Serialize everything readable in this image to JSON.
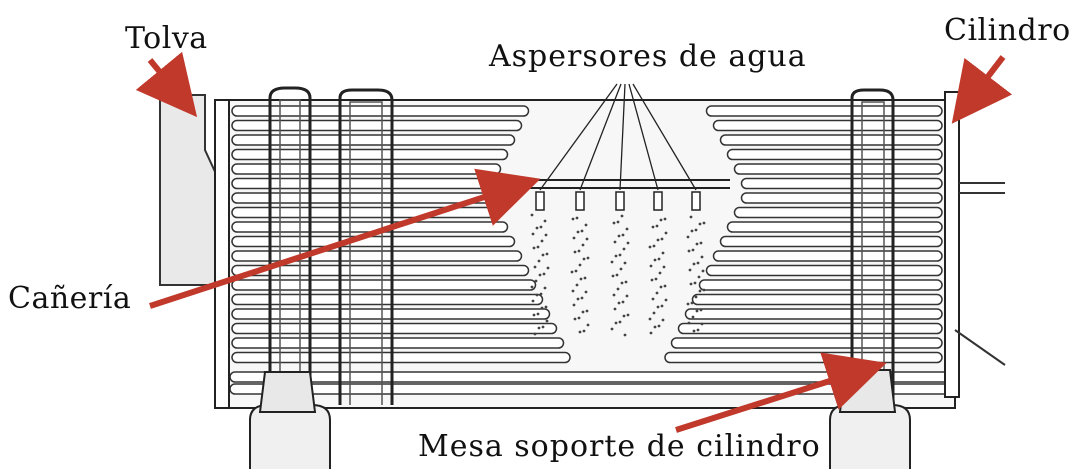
{
  "labels": {
    "tolva": "Tolva",
    "aspersores": "Aspersores de agua",
    "cilindro": "Cilindro",
    "caneria": "Cañería",
    "mesa": "Mesa soporte de cilindro"
  },
  "colors": {
    "arrow": "#c0392b",
    "line": "#222222",
    "fill": "#f4f4f4"
  }
}
